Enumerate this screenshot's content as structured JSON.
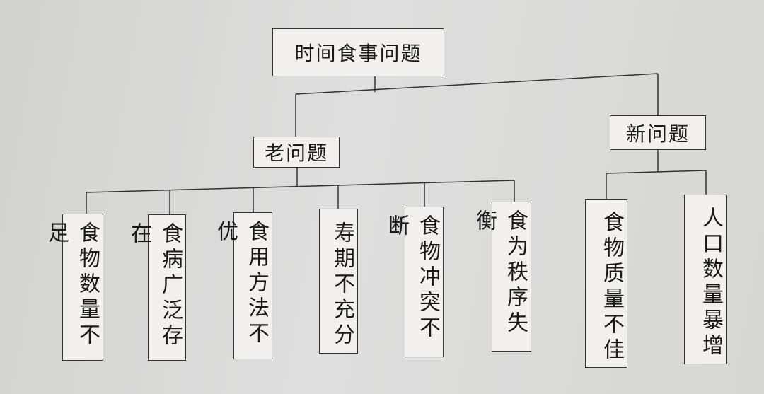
{
  "root": "时间食事问题",
  "old": {
    "label": "老问题",
    "children": [
      "食物数量不足",
      "食病广泛存在",
      "食用方法不优",
      "寿期不充分",
      "食物冲突不断",
      "食为秩序失衡"
    ]
  },
  "new": {
    "label": "新问题",
    "children": [
      "食物质量不佳",
      "人口数量暴增"
    ]
  }
}
